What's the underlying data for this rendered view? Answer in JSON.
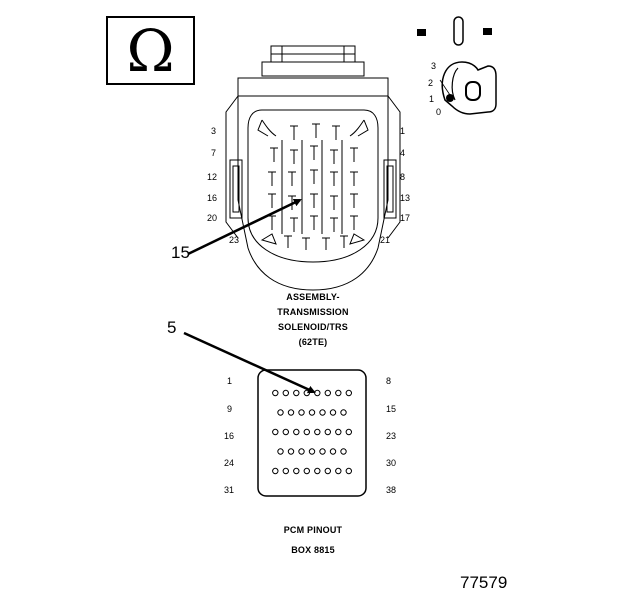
{
  "symbols": {
    "ohm": "Ω",
    "key_positions": [
      "3",
      "2",
      "1",
      "0"
    ]
  },
  "connector": {
    "caption_lines": [
      "ASSEMBLY-",
      "TRANSMISSION",
      "SOLENOID/TRS",
      "(62TE)"
    ],
    "left_pins": [
      "3",
      "7",
      "12",
      "16",
      "20",
      "23"
    ],
    "right_pins": [
      "1",
      "4",
      "8",
      "13",
      "17",
      "21"
    ],
    "callout": "15"
  },
  "pcm": {
    "left_pins": [
      "1",
      "9",
      "16",
      "24",
      "31"
    ],
    "right_pins": [
      "8",
      "15",
      "23",
      "30",
      "38"
    ],
    "row_counts": [
      8,
      7,
      8,
      7,
      8
    ],
    "callout": "5",
    "caption_lines": [
      "PCM PINOUT",
      "BOX 8815"
    ]
  },
  "figure_number": "77579"
}
